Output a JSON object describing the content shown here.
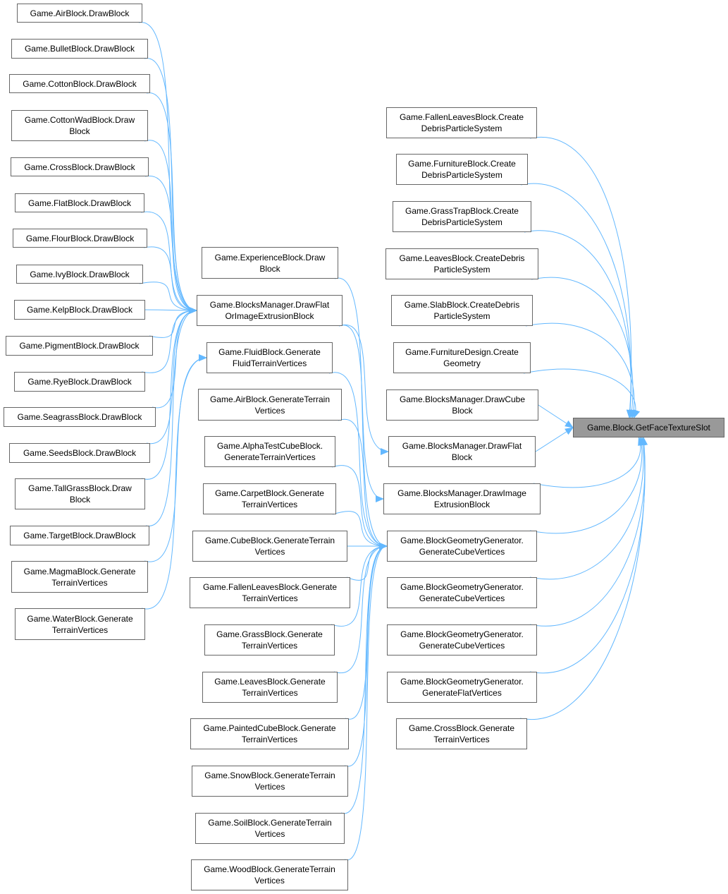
{
  "colors": {
    "edge": "#63b8ff",
    "node_border": "#666666",
    "target_fill": "#999999"
  },
  "nodes": {
    "c1_0": [
      "Game.AirBlock.DrawBlock"
    ],
    "c1_1": [
      "Game.BulletBlock.DrawBlock"
    ],
    "c1_2": [
      "Game.CottonBlock.DrawBlock"
    ],
    "c1_3": [
      "Game.CottonWadBlock.Draw",
      "Block"
    ],
    "c1_4": [
      "Game.CrossBlock.DrawBlock"
    ],
    "c1_5": [
      "Game.FlatBlock.DrawBlock"
    ],
    "c1_6": [
      "Game.FlourBlock.DrawBlock"
    ],
    "c1_7": [
      "Game.IvyBlock.DrawBlock"
    ],
    "c1_8": [
      "Game.KelpBlock.DrawBlock"
    ],
    "c1_9": [
      "Game.PigmentBlock.DrawBlock"
    ],
    "c1_10": [
      "Game.RyeBlock.DrawBlock"
    ],
    "c1_11": [
      "Game.SeagrassBlock.DrawBlock"
    ],
    "c1_12": [
      "Game.SeedsBlock.DrawBlock"
    ],
    "c1_13": [
      "Game.TallGrassBlock.Draw",
      "Block"
    ],
    "c1_14": [
      "Game.TargetBlock.DrawBlock"
    ],
    "c1_15": [
      "Game.MagmaBlock.Generate",
      "TerrainVertices"
    ],
    "c1_16": [
      "Game.WaterBlock.Generate",
      "TerrainVertices"
    ],
    "c2_0": [
      "Game.ExperienceBlock.Draw",
      "Block"
    ],
    "c2_1": [
      "Game.BlocksManager.DrawFlat",
      "OrImageExtrusionBlock"
    ],
    "c2_2": [
      "Game.FluidBlock.Generate",
      "FluidTerrainVertices"
    ],
    "c2_3": [
      "Game.AirBlock.GenerateTerrain",
      "Vertices"
    ],
    "c2_4": [
      "Game.AlphaTestCubeBlock.",
      "GenerateTerrainVertices"
    ],
    "c2_5": [
      "Game.CarpetBlock.Generate",
      "TerrainVertices"
    ],
    "c2_6": [
      "Game.CubeBlock.GenerateTerrain",
      "Vertices"
    ],
    "c2_7": [
      "Game.FallenLeavesBlock.Generate",
      "TerrainVertices"
    ],
    "c2_8": [
      "Game.GrassBlock.Generate",
      "TerrainVertices"
    ],
    "c2_9": [
      "Game.LeavesBlock.Generate",
      "TerrainVertices"
    ],
    "c2_10": [
      "Game.PaintedCubeBlock.Generate",
      "TerrainVertices"
    ],
    "c2_11": [
      "Game.SnowBlock.GenerateTerrain",
      "Vertices"
    ],
    "c2_12": [
      "Game.SoilBlock.GenerateTerrain",
      "Vertices"
    ],
    "c2_13": [
      "Game.WoodBlock.GenerateTerrain",
      "Vertices"
    ],
    "c3_0": [
      "Game.FallenLeavesBlock.Create",
      "DebrisParticleSystem"
    ],
    "c3_1": [
      "Game.FurnitureBlock.Create",
      "DebrisParticleSystem"
    ],
    "c3_2": [
      "Game.GrassTrapBlock.Create",
      "DebrisParticleSystem"
    ],
    "c3_3": [
      "Game.LeavesBlock.CreateDebris",
      "ParticleSystem"
    ],
    "c3_4": [
      "Game.SlabBlock.CreateDebris",
      "ParticleSystem"
    ],
    "c3_5": [
      "Game.FurnitureDesign.Create",
      "Geometry"
    ],
    "c3_6": [
      "Game.BlocksManager.DrawCube",
      "Block"
    ],
    "c3_7": [
      "Game.BlocksManager.DrawFlat",
      "Block"
    ],
    "c3_8": [
      "Game.BlocksManager.DrawImage",
      "ExtrusionBlock"
    ],
    "c3_9": [
      "Game.BlockGeometryGenerator.",
      "GenerateCubeVertices"
    ],
    "c3_10": [
      "Game.BlockGeometryGenerator.",
      "GenerateCubeVertices"
    ],
    "c3_11": [
      "Game.BlockGeometryGenerator.",
      "GenerateCubeVertices"
    ],
    "c3_12": [
      "Game.BlockGeometryGenerator.",
      "GenerateFlatVertices"
    ],
    "c3_13": [
      "Game.CrossBlock.Generate",
      "TerrainVertices"
    ],
    "target": [
      "Game.Block.GetFaceTextureSlot"
    ]
  },
  "edges": [
    [
      "c1_0",
      "c2_1"
    ],
    [
      "c1_1",
      "c2_1"
    ],
    [
      "c1_2",
      "c2_1"
    ],
    [
      "c1_3",
      "c2_1"
    ],
    [
      "c1_4",
      "c2_1"
    ],
    [
      "c1_5",
      "c2_1"
    ],
    [
      "c1_6",
      "c2_1"
    ],
    [
      "c1_7",
      "c2_1"
    ],
    [
      "c1_8",
      "c2_1"
    ],
    [
      "c1_9",
      "c2_1"
    ],
    [
      "c1_10",
      "c2_1"
    ],
    [
      "c1_11",
      "c2_1"
    ],
    [
      "c1_12",
      "c2_1"
    ],
    [
      "c1_13",
      "c2_1"
    ],
    [
      "c1_14",
      "c2_1"
    ],
    [
      "c1_15",
      "c2_2"
    ],
    [
      "c1_16",
      "c2_2"
    ],
    [
      "c2_0",
      "c3_9"
    ],
    [
      "c2_1",
      "c3_7"
    ],
    [
      "c2_1",
      "c3_8"
    ],
    [
      "c2_2",
      "c3_9"
    ],
    [
      "c2_3",
      "c3_9"
    ],
    [
      "c2_4",
      "c3_9"
    ],
    [
      "c2_5",
      "c3_9"
    ],
    [
      "c2_6",
      "c3_9"
    ],
    [
      "c2_7",
      "c3_9"
    ],
    [
      "c2_8",
      "c3_9"
    ],
    [
      "c2_9",
      "c3_9"
    ],
    [
      "c2_10",
      "c3_9"
    ],
    [
      "c2_11",
      "c3_9"
    ],
    [
      "c2_12",
      "c3_9"
    ],
    [
      "c2_13",
      "c3_9"
    ],
    [
      "c3_0",
      "target"
    ],
    [
      "c3_1",
      "target"
    ],
    [
      "c3_2",
      "target"
    ],
    [
      "c3_3",
      "target"
    ],
    [
      "c3_4",
      "target"
    ],
    [
      "c3_5",
      "target"
    ],
    [
      "c3_6",
      "target"
    ],
    [
      "c3_7",
      "target"
    ],
    [
      "c3_8",
      "target"
    ],
    [
      "c3_9",
      "target"
    ],
    [
      "c3_10",
      "target"
    ],
    [
      "c3_11",
      "target"
    ],
    [
      "c3_12",
      "target"
    ],
    [
      "c3_13",
      "target"
    ]
  ]
}
